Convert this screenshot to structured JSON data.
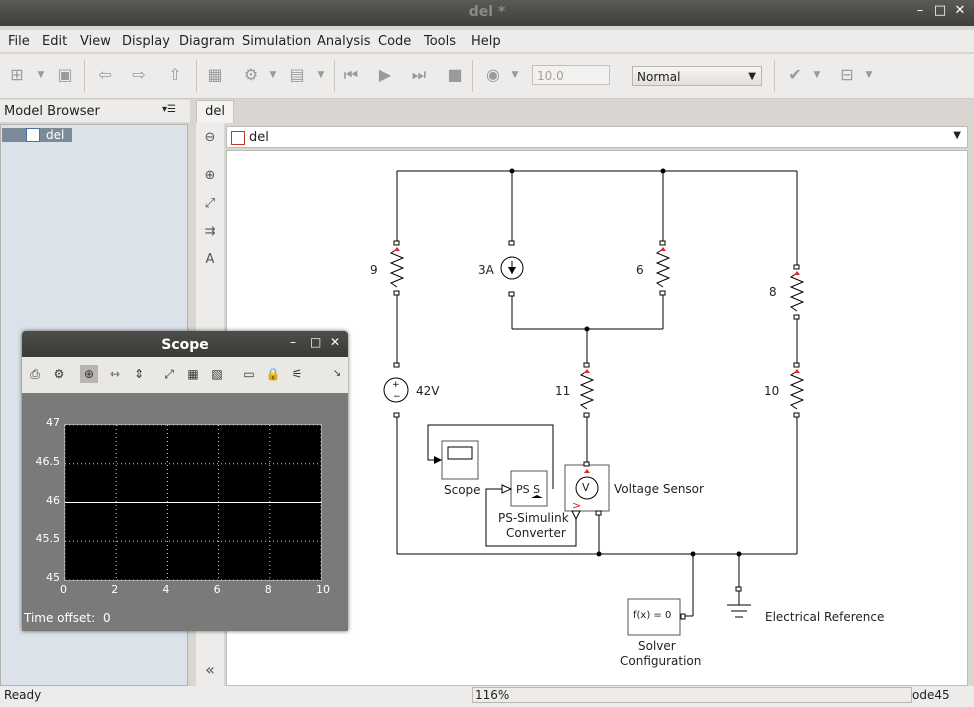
{
  "window": {
    "title": "del *"
  },
  "menu": [
    "File",
    "Edit",
    "View",
    "Display",
    "Diagram",
    "Simulation",
    "Analysis",
    "Code",
    "Tools",
    "Help"
  ],
  "toolbar": {
    "stop_time": "10.0",
    "sim_mode": "Normal"
  },
  "model_browser": {
    "title": "Model Browser",
    "node": "del"
  },
  "tab": {
    "label": "del"
  },
  "address": {
    "path": "del"
  },
  "diagram": {
    "r1": "9",
    "cs": "3A",
    "r2": "6",
    "r3": "8",
    "r4": "11",
    "r5": "10",
    "vs": "42V",
    "scope_block": "Scope",
    "ps_glyph": "PS S",
    "converter_1": "PS-Simulink",
    "converter_2": "Converter",
    "sensor": "Voltage Sensor",
    "sensor_glyph": "V",
    "solver_glyph": "f(x) = 0",
    "solver_1": "Solver",
    "solver_2": "Configuration",
    "reference": "Electrical Reference"
  },
  "scope": {
    "title": "Scope",
    "time_offset_label": "Time offset:",
    "time_offset_value": "0",
    "y_ticks": [
      "47",
      "46.5",
      "46",
      "45.5",
      "45"
    ],
    "x_ticks": [
      "0",
      "2",
      "4",
      "6",
      "8",
      "10"
    ]
  },
  "chart_data": {
    "type": "line",
    "title": "",
    "xlabel": "",
    "ylabel": "",
    "xlim": [
      0,
      10
    ],
    "ylim": [
      45,
      47
    ],
    "grid": true,
    "series": [
      {
        "x": [
          0,
          10
        ],
        "y": [
          46,
          46
        ]
      }
    ]
  },
  "status": {
    "ready": "Ready",
    "zoom": "116%",
    "solver": "ode45"
  },
  "colors": {
    "titlebar": "#3e3e3b",
    "canvas": "#ffffff",
    "plot_bg": "#000000",
    "trace": "#ffffff",
    "port": "#e0262b"
  }
}
